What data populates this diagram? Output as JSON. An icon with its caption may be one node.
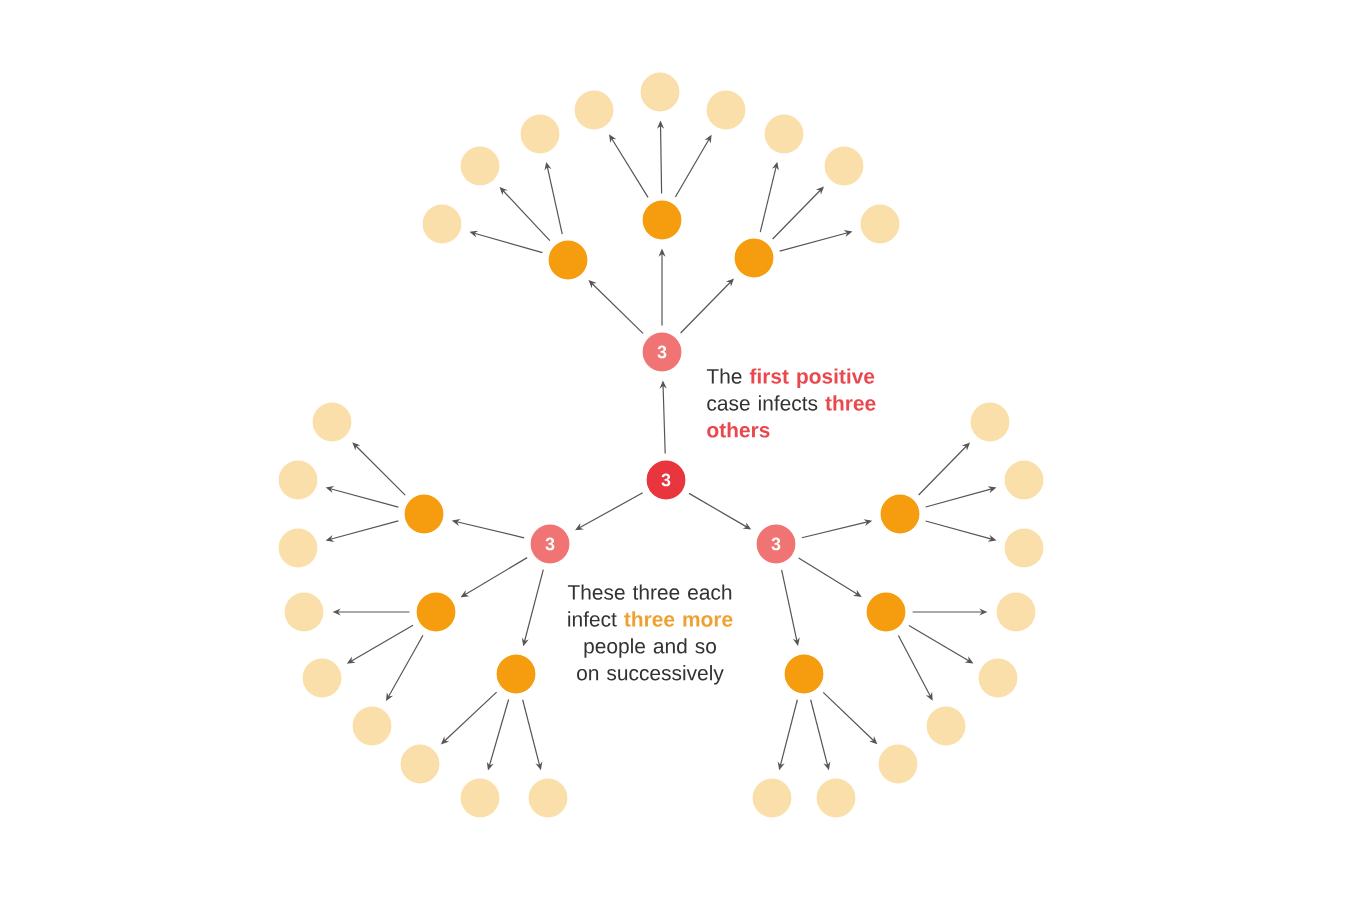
{
  "diagram": {
    "nodes": [
      {
        "text": [
          "3"
        ]
      },
      {
        "text": [
          "3"
        ]
      },
      {
        "text": [
          "3"
        ]
      },
      {
        "text": [
          "3"
        ]
      },
      {
        "text": [],
        "shape": "circle"
      },
      {
        "text": [],
        "shape": "circle"
      },
      {
        "text": [],
        "shape": "circle"
      },
      {
        "text": [],
        "shape": "circle"
      },
      {
        "text": [],
        "shape": "circle"
      },
      {
        "text": [],
        "shape": "circle"
      },
      {
        "text": [],
        "shape": "circle"
      },
      {
        "text": [],
        "shape": "circle"
      },
      {
        "text": [],
        "shape": "circle"
      },
      {
        "text": [],
        "shape": "circle"
      },
      {
        "text": [],
        "shape": "circle"
      },
      {
        "text": [],
        "shape": "circle"
      },
      {
        "text": [],
        "shape": "circle"
      },
      {
        "text": [],
        "shape": "circle"
      },
      {
        "text": [],
        "shape": "circle"
      },
      {
        "text": [],
        "shape": "circle"
      },
      {
        "text": [],
        "shape": "circle"
      },
      {
        "text": [],
        "shape": "circle"
      },
      {
        "text": [],
        "shape": "circle"
      },
      {
        "text": [],
        "shape": "circle"
      },
      {
        "text": [],
        "shape": "circle"
      },
      {
        "text": [],
        "shape": "circle"
      },
      {
        "text": [],
        "shape": "circle"
      },
      {
        "text": [],
        "shape": "circle"
      },
      {
        "text": [],
        "shape": "circle"
      },
      {
        "text": [],
        "shape": "circle"
      },
      {
        "text": [],
        "shape": "circle"
      },
      {
        "text": [],
        "shape": "circle"
      },
      {
        "text": [],
        "shape": "circle"
      },
      {
        "text": [],
        "shape": "circle"
      },
      {
        "text": [],
        "shape": "circle"
      },
      {
        "text": [],
        "shape": "circle"
      },
      {
        "text": [],
        "shape": "circle"
      },
      {
        "text": [],
        "shape": "circle"
      },
      {
        "text": [],
        "shape": "circle"
      },
      {
        "text": [],
        "shape": "circle"
      }
    ],
    "edges": [
      {
        "from": 0,
        "to": 1,
        "arrow": "to"
      },
      {
        "from": 0,
        "to": 2,
        "arrow": "to"
      },
      {
        "from": 0,
        "to": 3,
        "arrow": "to"
      },
      {
        "from": 1,
        "to": 19,
        "arrow": "to"
      },
      {
        "from": 1,
        "to": 22,
        "arrow": "to"
      },
      {
        "from": 1,
        "to": 24,
        "arrow": "to"
      },
      {
        "from": 2,
        "to": 11,
        "arrow": "to"
      },
      {
        "from": 2,
        "to": 12,
        "arrow": "to"
      },
      {
        "from": 2,
        "to": 16,
        "arrow": "to"
      },
      {
        "from": 3,
        "to": 33,
        "arrow": "to"
      },
      {
        "from": 3,
        "to": 31,
        "arrow": "to"
      },
      {
        "from": 3,
        "to": 27,
        "arrow": "to"
      },
      {
        "from": 19,
        "to": 13,
        "arrow": "to"
      },
      {
        "from": 19,
        "to": 14,
        "arrow": "to"
      },
      {
        "from": 19,
        "to": 17,
        "arrow": "to"
      },
      {
        "from": 22,
        "to": 20,
        "arrow": "to"
      },
      {
        "from": 22,
        "to": 21,
        "arrow": "to"
      },
      {
        "from": 22,
        "to": 23,
        "arrow": "to"
      },
      {
        "from": 24,
        "to": 26,
        "arrow": "to"
      },
      {
        "from": 24,
        "to": 29,
        "arrow": "to"
      },
      {
        "from": 24,
        "to": 30,
        "arrow": "to"
      },
      {
        "from": 11,
        "to": 8,
        "arrow": "to"
      },
      {
        "from": 11,
        "to": 4,
        "arrow": "to"
      },
      {
        "from": 11,
        "to": 5,
        "arrow": "to"
      },
      {
        "from": 12,
        "to": 6,
        "arrow": "to"
      },
      {
        "from": 12,
        "to": 7,
        "arrow": "to"
      },
      {
        "from": 12,
        "to": 9,
        "arrow": "to"
      },
      {
        "from": 16,
        "to": 10,
        "arrow": "to"
      },
      {
        "from": 16,
        "to": 15,
        "arrow": "to"
      },
      {
        "from": 16,
        "to": 18,
        "arrow": "to"
      },
      {
        "from": 33,
        "to": 35,
        "arrow": "to"
      },
      {
        "from": 33,
        "to": 38,
        "arrow": "to"
      },
      {
        "from": 33,
        "to": 39,
        "arrow": "to"
      },
      {
        "from": 31,
        "to": 37,
        "arrow": "to"
      },
      {
        "from": 31,
        "to": 36,
        "arrow": "to"
      },
      {
        "from": 31,
        "to": 34,
        "arrow": "to"
      },
      {
        "from": 27,
        "to": 32,
        "arrow": "to"
      },
      {
        "from": 27,
        "to": 28,
        "arrow": "to"
      },
      {
        "from": 27,
        "to": 25,
        "arrow": "to"
      }
    ],
    "labels": [
      "The **first positive** case infects **three others**",
      "These three each infect **three more** people and so on successively"
    ]
  }
}
